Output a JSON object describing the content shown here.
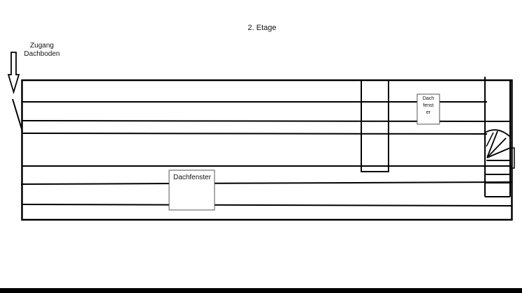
{
  "floor_title": "2. Etage",
  "attic_access": {
    "line1": "Zugang",
    "line2": "Dachboden"
  },
  "roof_window_small": {
    "line1": "Dach",
    "line2": "fenst",
    "line3": "er"
  },
  "roof_window_large": {
    "label": "Dachfenster"
  },
  "colors": {
    "ink": "#000000",
    "background": "#ffffff",
    "window_border": "#555555"
  }
}
